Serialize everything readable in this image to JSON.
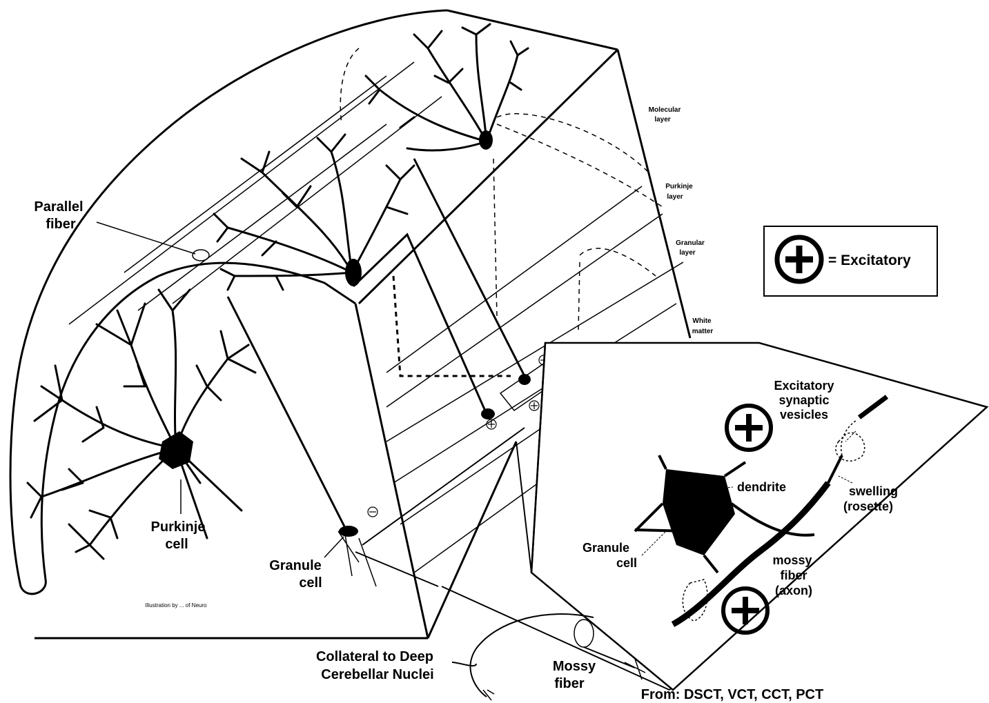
{
  "labels": {
    "parallel_fiber": [
      "Parallel",
      "fiber"
    ],
    "purkinje_cell": [
      "Purkinje",
      "cell"
    ],
    "granule_cell_left": [
      "Granule",
      "cell"
    ],
    "collateral": [
      "Collateral to Deep",
      "Cerebellar Nuclei"
    ],
    "mossy_fiber": [
      "Mossy",
      "fiber"
    ],
    "from_tracts": "From: DSCT, VCT, CCT, PCT",
    "credit": "Illustration by ... of Neuro",
    "molecular_layer": [
      "Molecular",
      "layer"
    ],
    "purkinje_layer": [
      "Purkinje",
      "layer"
    ],
    "granular_layer": [
      "Granular",
      "layer"
    ],
    "white_matter": [
      "White",
      "matter"
    ],
    "legend_text": "= Excitatory",
    "inset": {
      "vesicles": [
        "Excitatory",
        "synaptic",
        "vesicles"
      ],
      "dendrite": "dendrite",
      "swelling": [
        "swelling",
        "(rosette)"
      ],
      "granule_cell": [
        "Granule",
        "cell"
      ],
      "mossy_fiber": [
        "mossy",
        "fiber",
        "(axon)"
      ]
    }
  },
  "colors": {
    "ink": "#000000",
    "paper": "#ffffff"
  },
  "symbols": {
    "excitatory": "plus-circle-icon",
    "inhibitory": "minus-circle-icon"
  }
}
